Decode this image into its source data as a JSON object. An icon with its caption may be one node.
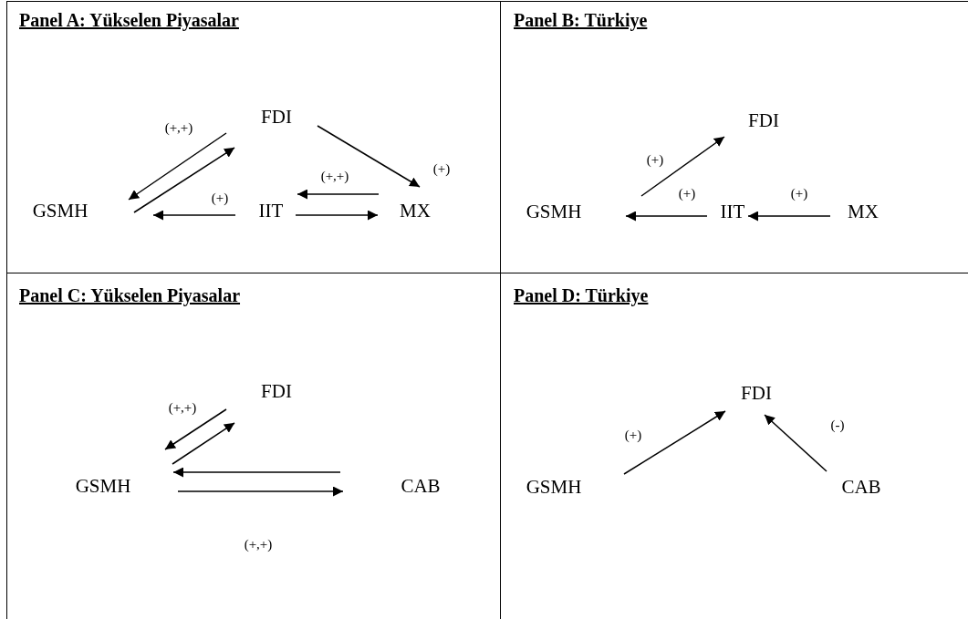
{
  "diagram": {
    "nodes": [
      {
        "text": [
          "Panel A: Yükselen Piyasalar"
        ]
      },
      {
        "text": [
          "FDI"
        ],
        "in": 0
      },
      {
        "text": [
          "GSMH"
        ],
        "in": 0
      },
      {
        "text": [
          "IIT"
        ],
        "in": 0
      },
      {
        "text": [
          "MX"
        ],
        "in": 0
      },
      {
        "text": [
          "Panel B: Türkiye"
        ]
      },
      {
        "text": [
          "FDI"
        ],
        "in": 5
      },
      {
        "text": [
          "GSMH"
        ],
        "in": 5
      },
      {
        "text": [
          "IIT"
        ],
        "in": 5
      },
      {
        "text": [
          "MX"
        ],
        "in": 5
      },
      {
        "text": [
          "Panel C: Yükselen Piyasalar"
        ]
      },
      {
        "text": [
          "FDI"
        ],
        "in": 10
      },
      {
        "text": [
          "GSMH"
        ],
        "in": 10
      },
      {
        "text": [
          "CAB"
        ],
        "in": 10
      },
      {
        "text": [
          "Panel D: Türkiye"
        ]
      },
      {
        "text": [
          "FDI"
        ],
        "in": 14
      },
      {
        "text": [
          "GSMH"
        ],
        "in": 14
      },
      {
        "text": [
          "CAB"
        ],
        "in": 14
      }
    ],
    "edges": [
      {
        "from": 1,
        "to": 2,
        "arrow": "to",
        "label": "(+,+)"
      },
      {
        "from": 2,
        "to": 1,
        "arrow": "to"
      },
      {
        "from": 1,
        "to": 4,
        "arrow": "to",
        "label": "(+)"
      },
      {
        "from": 4,
        "to": 3,
        "arrow": "to",
        "label": "(+,+)"
      },
      {
        "from": 3,
        "to": 4,
        "arrow": "to"
      },
      {
        "from": 3,
        "to": 2,
        "arrow": "to",
        "label": "(+)"
      },
      {
        "from": 7,
        "to": 6,
        "arrow": "to",
        "label": "(+)"
      },
      {
        "from": 8,
        "to": 7,
        "arrow": "to",
        "label": "(+)"
      },
      {
        "from": 9,
        "to": 8,
        "arrow": "to",
        "label": "(+)"
      },
      {
        "from": 11,
        "to": 12,
        "arrow": "to",
        "label": "(+,+)"
      },
      {
        "from": 12,
        "to": 11,
        "arrow": "to"
      },
      {
        "from": 13,
        "to": 12,
        "arrow": "to"
      },
      {
        "from": 12,
        "to": 13,
        "arrow": "to",
        "label": "(+,+)"
      },
      {
        "from": 16,
        "to": 15,
        "arrow": "to",
        "label": "(+)"
      },
      {
        "from": 17,
        "to": 15,
        "arrow": "to",
        "label": "(-)"
      }
    ]
  }
}
